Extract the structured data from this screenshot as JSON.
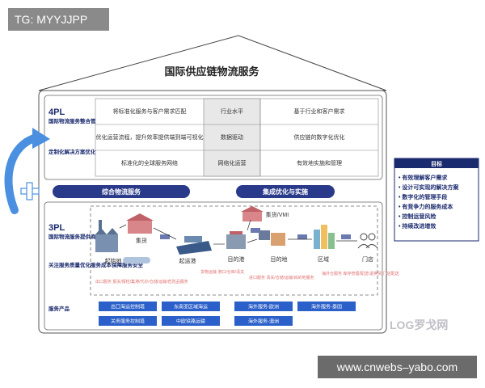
{
  "watermark_top": "TG: MYYJJPP",
  "watermark_bottom": "www.cnwebs–yabo.com",
  "title": "国际供应链物流服务",
  "pl4": {
    "label": "4PL",
    "desc1": "国际物流服务整合管理者",
    "desc2": "定制化解决方案优化实现手段优化管理效能",
    "rows": [
      [
        "将标准化服务与客户需求匹配",
        "行业水平",
        "基于行业和客户需求"
      ],
      [
        "优化运营流程，提升效率提供端到端可视化",
        "数据驱动",
        "供应链的数字化优化"
      ],
      [
        "标准化的全球服务网络",
        "网络化运营",
        "有效地实施和管理"
      ]
    ]
  },
  "banners": {
    "left": "综合物流服务",
    "right": "集成优化与实施"
  },
  "pl3": {
    "label": "3PL",
    "desc1": "国际物流服务提供商",
    "desc2": "关注服务质量优化服务成本保障服务安全",
    "products_label": "服务产品"
  },
  "flow": {
    "origin": "起始地",
    "consolidation": "集货",
    "origin_port": "起运港",
    "dest_port": "目的港",
    "vmi": "集货/VMI",
    "destination": "目的地",
    "region": "区域",
    "store": "门店",
    "red_origin": "出口服务 报关/报检/集港/代办/仓储/运输/危险品服务",
    "red_port": "货物运输 港口/仓库/清关",
    "red_dest": "进口服务 清关/仓储/运输/目的地服务",
    "red_store": "海外仓服务 库存管理/配送/退换货 门店配送"
  },
  "products": [
    "出口海运控制塔",
    "东南亚区域海运",
    "海外服务-欧洲",
    "海外服务-泰国",
    "关务服务控制塔",
    "中欧铁路运输",
    "海外服务-澳洲"
  ],
  "goals": {
    "title": "目标",
    "items": [
      "有效理解客户需求",
      "设计可实现的解决方案",
      "数字化的管理手段",
      "有竞争力的服务成本",
      "控制运营风险",
      "持续改进增效"
    ]
  },
  "logo_text": "LOG罗戈网",
  "colors": {
    "navy": "#1a2a6e",
    "banner": "#2a3a8a",
    "product_blue": "#2b5fc9",
    "arrow_blue": "#4a8fe0",
    "grey_cell": "#e8e8e8",
    "red": "#e07070"
  }
}
